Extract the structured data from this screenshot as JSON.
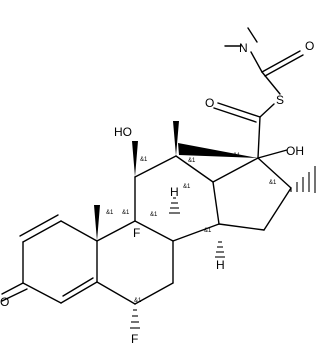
{
  "molecule": {
    "atom_labels": {
      "n": "N",
      "o_amide": "O",
      "s": "S",
      "o_thioester": "O",
      "oh_17": "OH",
      "ho_11": "HO",
      "f_9": "F",
      "h_8": "H",
      "h_14": "H",
      "o_3": "O",
      "f_6": "F"
    },
    "stereo_flag": "&1"
  },
  "colors": {
    "ink": "#000000",
    "background": "#ffffff"
  }
}
